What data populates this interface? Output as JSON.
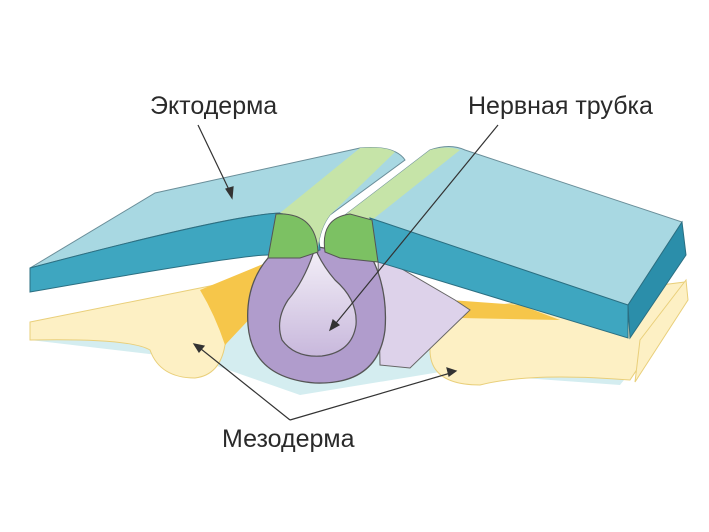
{
  "labels": {
    "ectoderm": "Эктодерма",
    "neural_tube": "Нервная трубка",
    "mesoderm": "Мезодерма"
  },
  "colors": {
    "ectoderm_top": "#a8d8e2",
    "ectoderm_side": "#3ea6c0",
    "neural_plate_light": "#c6e4a8",
    "neural_plate_dark": "#7cc163",
    "neural_tube": "#b09ccc",
    "mesoderm": "#fdf0c4",
    "mesoderm_shade": "#f6c64a",
    "endoderm": "#d4edf0"
  }
}
